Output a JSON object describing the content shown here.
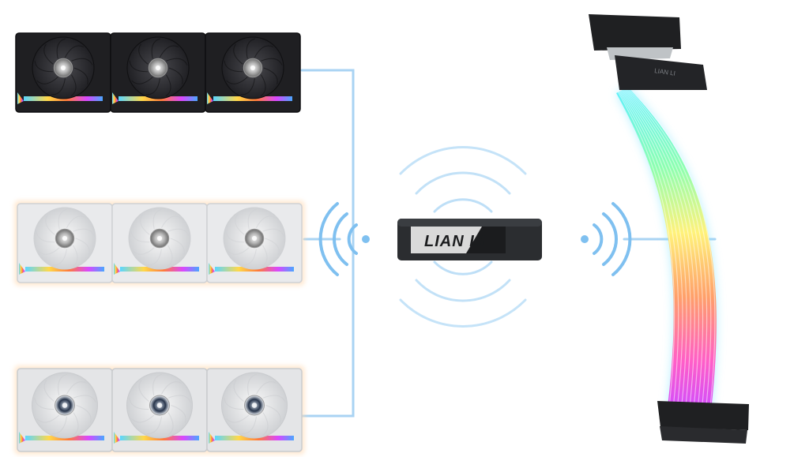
{
  "dongle": {
    "brand": "LIAN LI"
  },
  "cable": {
    "connector_marking": "LIAN LI"
  },
  "fan_groups": [
    {
      "finish": "black",
      "fans": 3
    },
    {
      "finish": "white",
      "fans": 3
    },
    {
      "finish": "white-mirror",
      "fans": 3
    }
  ],
  "colors": {
    "signal_line": "#a9d3f3",
    "signal_wave": "#b7dcf6",
    "fan_black": "#1f1f22",
    "fan_white": "#e9eaec",
    "dongle_body": "#2b2d30"
  },
  "icons": {
    "wave_left": "wireless-signal-icon",
    "wave_right": "wireless-signal-icon"
  }
}
